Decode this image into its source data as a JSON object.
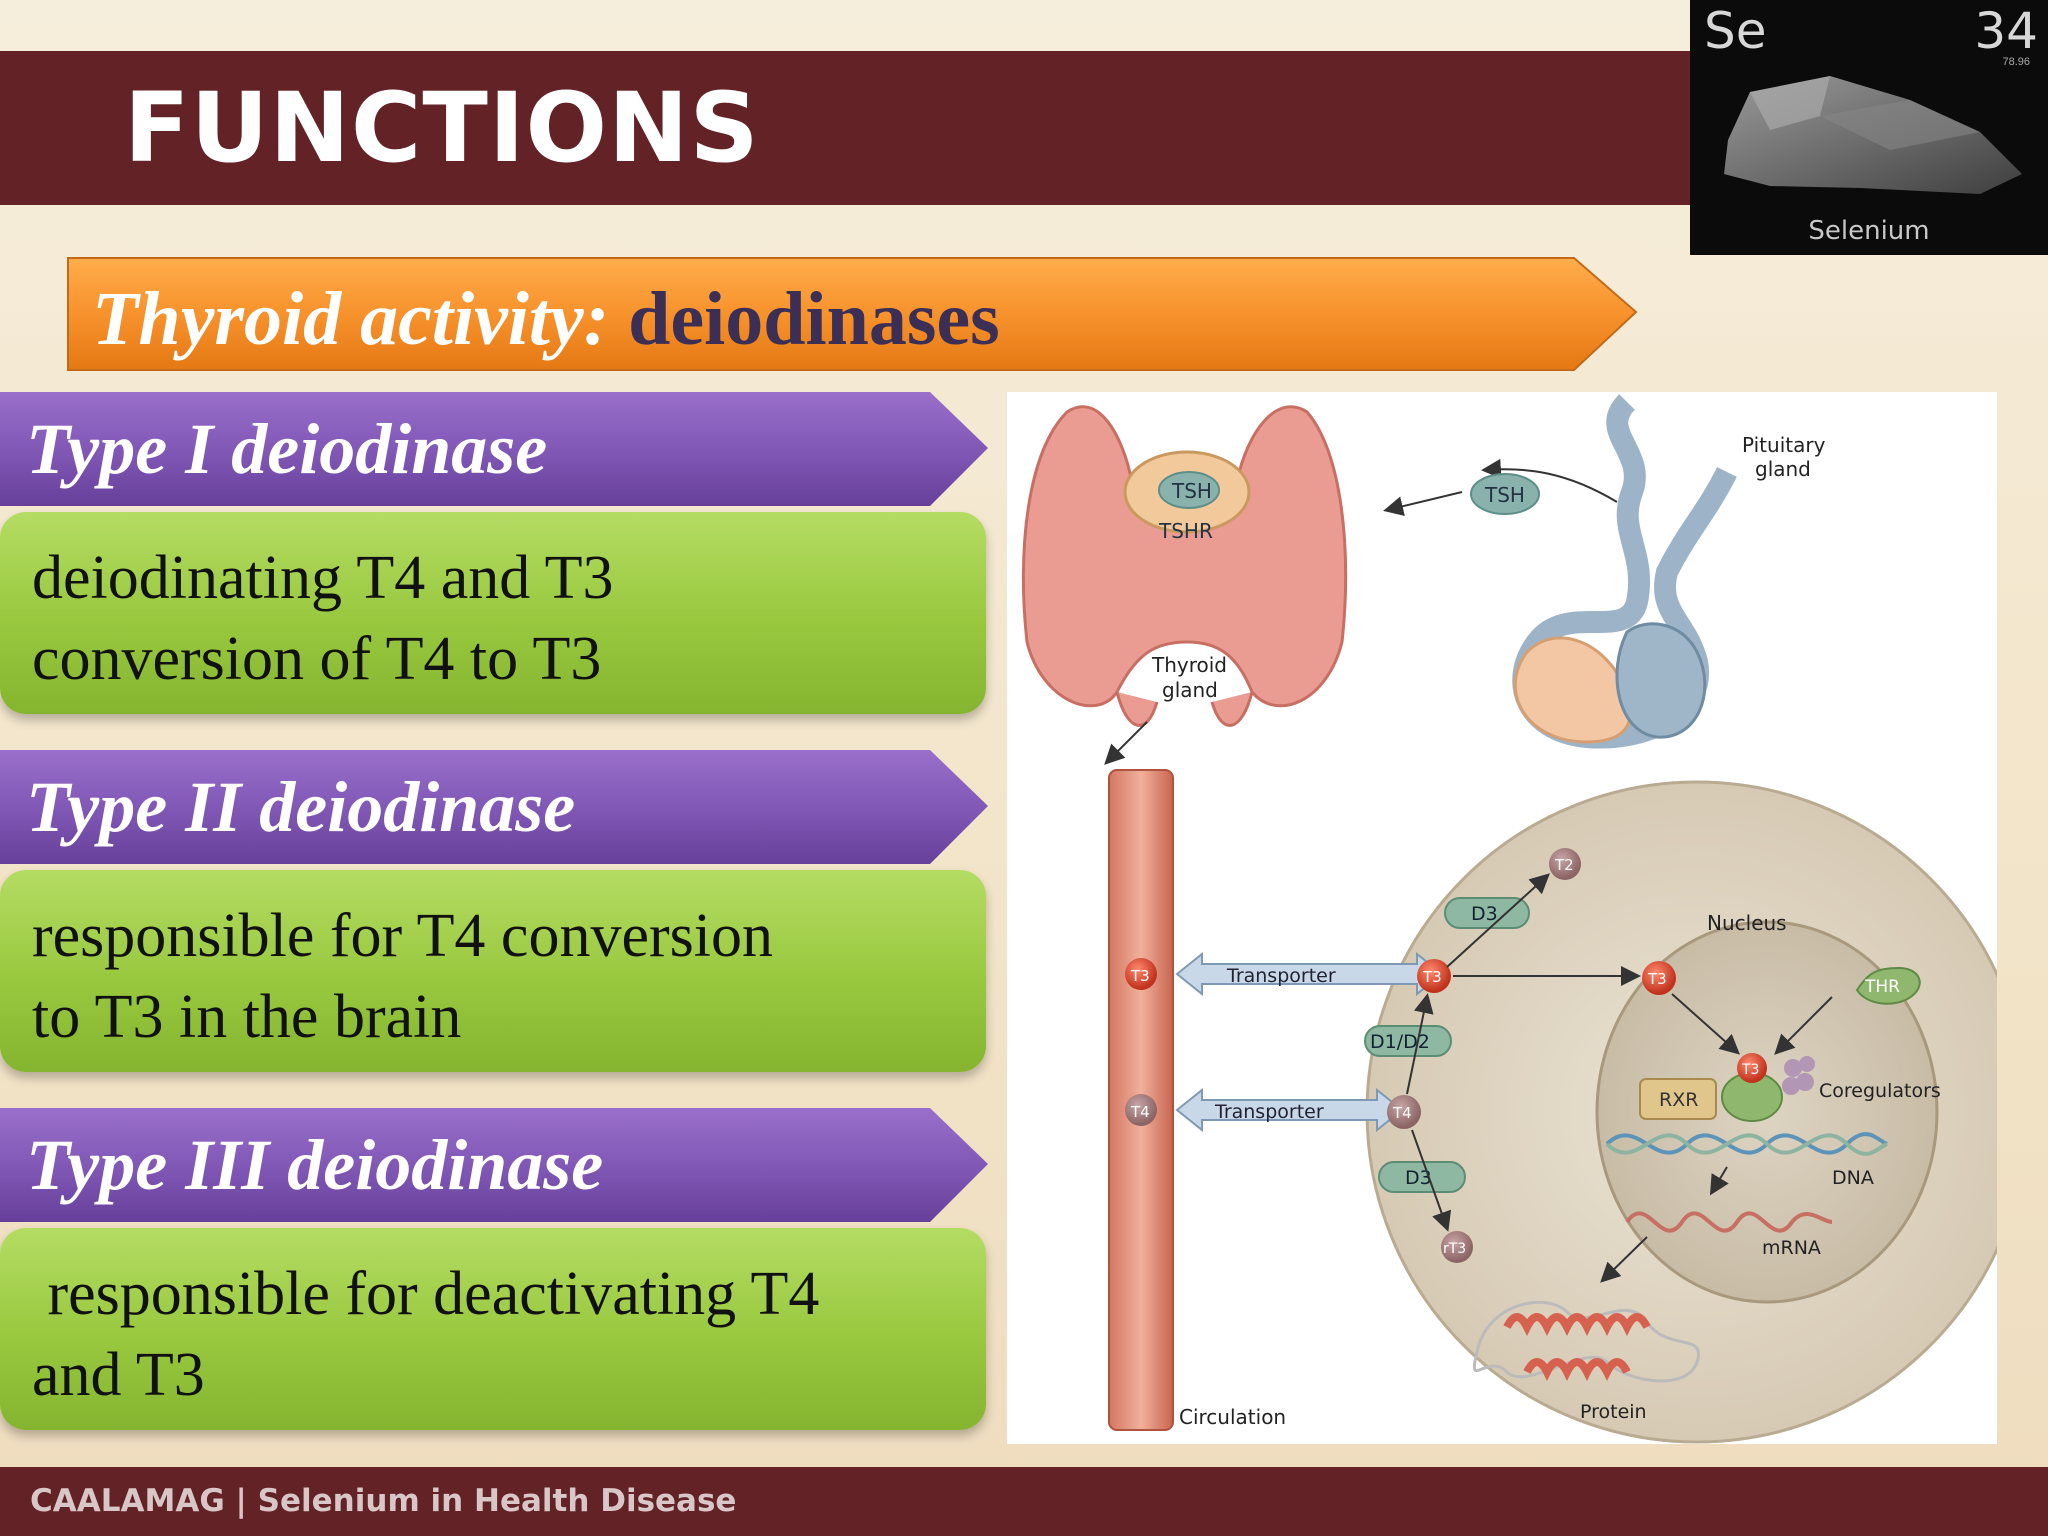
{
  "slide": {
    "title": "FUNCTIONS",
    "subtitle_italic": "Thyroid activity:",
    "subtitle_plain": " deiodinases"
  },
  "logo": {
    "symbol": "Se",
    "number": "34",
    "mass": "78.96",
    "name": "Selenium"
  },
  "types": [
    {
      "heading": "Type I deiodinase",
      "text": "deiodinating T4 and T3\nconversion of T4 to T3"
    },
    {
      "heading": "Type II deiodinase",
      "text": "responsible for T4 conversion\nto T3 in the brain"
    },
    {
      "heading": "Type III deiodinase",
      "text": " responsible for deactivating T4\nand T3"
    }
  ],
  "diagram": {
    "pituitary": "Pituitary\ngland",
    "tsh": "TSH",
    "tshr": "TSHR",
    "thyroid": "Thyroid\ngland",
    "nucleus": "Nucleus",
    "thr": "THR",
    "rxr": "RXR",
    "coregulators": "Coregulators",
    "dna": "DNA",
    "mrna": "mRNA",
    "protein": "Protein",
    "circulation": "Circulation",
    "transporter": "Transporter",
    "d3": "D3",
    "d1d2": "D1/D2",
    "t3": "T3",
    "t4": "T4",
    "t2": "T2",
    "rt3": "rT3"
  },
  "footer": {
    "text": "CAALAMAG | Selenium in Health Disease"
  },
  "colors": {
    "maroon": "#622226",
    "orange": "#f7922c",
    "purple": "#7f56b4",
    "green": "#98c83e"
  }
}
